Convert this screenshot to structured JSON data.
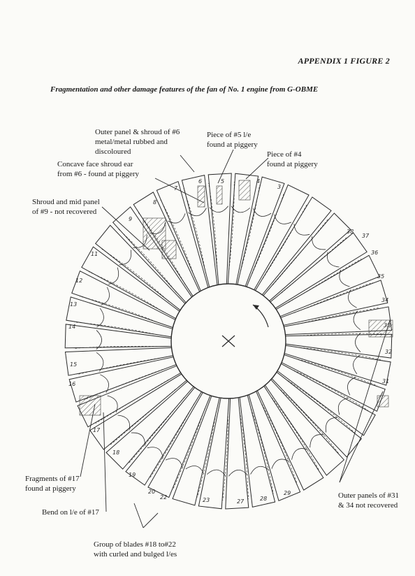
{
  "heading": "APPENDIX 1 FIGURE 2",
  "caption": "Fragmentation and other damage features of the fan of No. 1 engine from G-OBME",
  "callouts": {
    "outer_panel_6": "Outer panel & shroud of #6\nmetal/metal rubbed and\ndiscoloured",
    "piece_le_5": "Piece of #5 l/e\nfound at piggery",
    "piece_4": "Piece of #4\nfound at piggery",
    "concave_face_6": "Concave face shroud ear\nfrom #6 - found at piggery",
    "shroud_9": "Shroud and mid panel\nof #9 - not recovered",
    "fragments_17": "Fragments of #17\nfound at piggery",
    "bend_17": "Bend on l/e of #17",
    "group_18_22": "Group of blades #18 to#22\nwith curled and bulged l/es",
    "outer_31_34": "Outer panels of #31\n& 34 not recovered"
  },
  "blade_numbers": [
    "3",
    "4",
    "5",
    "6",
    "7",
    "8",
    "9",
    "11",
    "12",
    "13",
    "14",
    "15",
    "16",
    "17",
    "18",
    "19",
    "20",
    "22",
    "23",
    "27",
    "28",
    "29",
    "31",
    "32",
    "33",
    "34",
    "35",
    "36",
    "37",
    "38"
  ],
  "fan": {
    "blade_count": 38,
    "ink_color": "#2a2a2a",
    "damage_hatch_color": "#3a3a3a"
  }
}
